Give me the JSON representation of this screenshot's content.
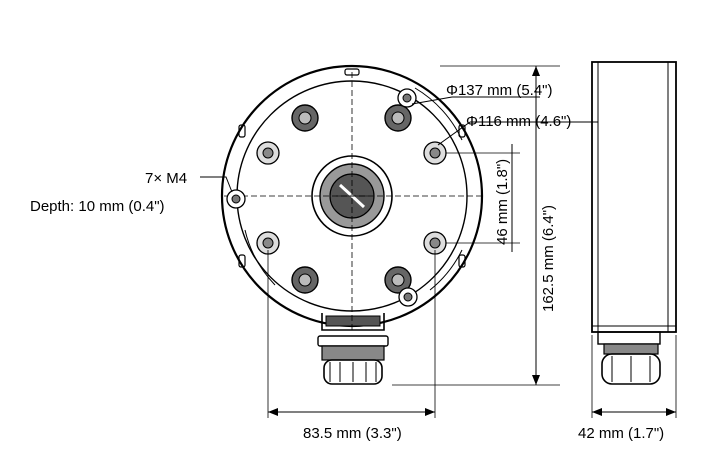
{
  "labels": {
    "screws": "7× M4",
    "depth": "Depth: 10 mm (0.4\")",
    "outer_diameter": "Φ137 mm (5.4\")",
    "inner_diameter": "Φ116 mm (4.6\")",
    "hole_spacing": "46 mm (1.8\")",
    "height": "162.5 mm (6.4\")",
    "width": "83.5 mm (3.3\")",
    "side_width": "42 mm (1.7\")"
  }
}
